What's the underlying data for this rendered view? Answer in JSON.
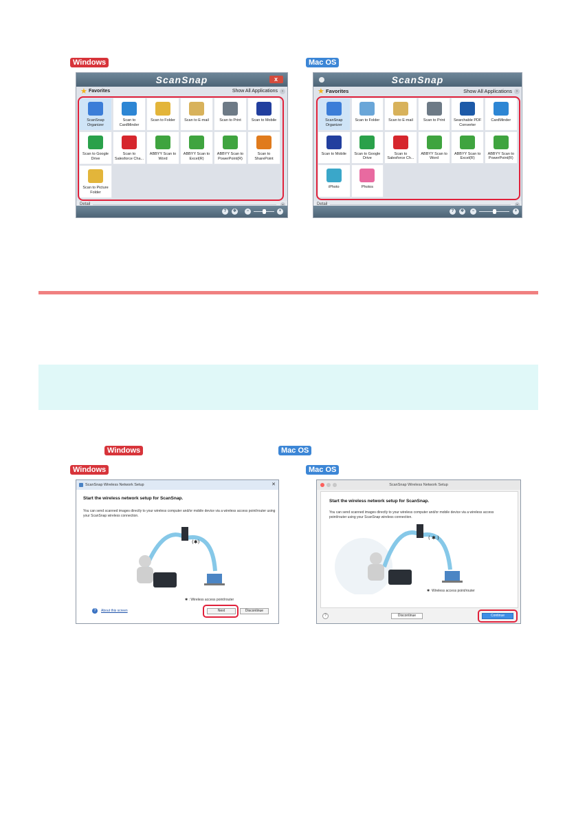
{
  "badges": {
    "windows": "Windows",
    "mac": "Mac OS"
  },
  "launcher_windows": {
    "app_title": "ScanSnap",
    "close_glyph": "x",
    "favorites": "Favorites",
    "show_all": "Show All Applications",
    "detail": "Detail",
    "tiles": [
      {
        "label": "ScanSnap Organizer",
        "icon": "folder-icon",
        "color": "#3b7dd8",
        "selected": true
      },
      {
        "label": "Scan to CardMinder",
        "icon": "card-icon",
        "color": "#2d86d4"
      },
      {
        "label": "Scan to Folder",
        "icon": "folder-icon",
        "color": "#e3b53a"
      },
      {
        "label": "Scan to E-mail",
        "icon": "mail-icon",
        "color": "#d8b25b"
      },
      {
        "label": "Scan to Print",
        "icon": "printer-icon",
        "color": "#6d7a86"
      },
      {
        "label": "Scan to Mobile",
        "icon": "mobile-icon",
        "color": "#223f9e"
      },
      {
        "label": "Scan to Google Drive",
        "icon": "google-drive-icon",
        "color": "#2aa14a"
      },
      {
        "label": "Scan to Salesforce Cha...",
        "icon": "salesforce-icon",
        "color": "#d6262d"
      },
      {
        "label": "ABBYY Scan to Word",
        "icon": "abbyy-word-icon",
        "color": "#3fa43f"
      },
      {
        "label": "ABBYY Scan to Excel(R)",
        "icon": "abbyy-excel-icon",
        "color": "#3fa43f"
      },
      {
        "label": "ABBYY Scan to PowerPoint(R)",
        "icon": "abbyy-powerpoint-icon",
        "color": "#3fa43f"
      },
      {
        "label": "Scan to SharePoint",
        "icon": "sharepoint-icon",
        "color": "#e07b1d"
      },
      {
        "label": "Scan to Picture Folder",
        "icon": "picture-folder-icon",
        "color": "#e3b53a"
      }
    ]
  },
  "launcher_mac": {
    "app_title": "ScanSnap",
    "favorites": "Favorites",
    "show_all": "Show All Applications",
    "detail": "Detail",
    "tiles": [
      {
        "label": "ScanSnap Organizer",
        "icon": "folder-icon",
        "color": "#3b7dd8",
        "selected": true
      },
      {
        "label": "Scan to Folder",
        "icon": "folder-icon",
        "color": "#6aa6d8"
      },
      {
        "label": "Scan to E-mail",
        "icon": "mail-icon",
        "color": "#d8b25b"
      },
      {
        "label": "Scan to Print",
        "icon": "printer-icon",
        "color": "#6d7a86"
      },
      {
        "label": "Searchable PDF Converter",
        "icon": "pdf-converter-icon",
        "color": "#1d5aa8"
      },
      {
        "label": "CardMinder",
        "icon": "card-icon",
        "color": "#2d86d4"
      },
      {
        "label": "Scan to Mobile",
        "icon": "mobile-icon",
        "color": "#223f9e"
      },
      {
        "label": "Scan to Google Drive",
        "icon": "google-drive-icon",
        "color": "#2aa14a"
      },
      {
        "label": "Scan to Salesforce Ch...",
        "icon": "salesforce-icon",
        "color": "#d6262d"
      },
      {
        "label": "ABBYY Scan to Word",
        "icon": "abbyy-word-icon",
        "color": "#3fa43f"
      },
      {
        "label": "ABBYY Scan to Excel(R)",
        "icon": "abbyy-excel-icon",
        "color": "#3fa43f"
      },
      {
        "label": "ABBYY Scan to PowerPoint(R)",
        "icon": "abbyy-powerpoint-icon",
        "color": "#3fa43f"
      },
      {
        "label": "iPhoto",
        "icon": "iphoto-icon",
        "color": "#3aa7c9"
      },
      {
        "label": "Photos",
        "icon": "photos-icon",
        "color": "#e86aa0"
      }
    ]
  },
  "setup_win": {
    "title": "ScanSnap Wireless Network Setup",
    "heading": "Start the wireless network setup for ScanSnap.",
    "body": "You can send scanned images directly to your wireless computer and/or mobile device via a wireless access point/router using your ScanSnap wireless connection.",
    "legend": ": Wireless access point/router",
    "about_link": "About this screen",
    "next": "Next",
    "discontinue": "Discontinue"
  },
  "setup_mac": {
    "title": "ScanSnap Wireless Network Setup",
    "heading": "Start the wireless network setup for ScanSnap.",
    "body": "You can send scanned images directly to your wireless computer and/or mobile device via a wireless access point/router using your ScanSnap wireless connection.",
    "legend": "Wireless access point/router",
    "discontinue": "Discontinue",
    "continue": "Continue"
  },
  "colors": {
    "accent_red": "#e0203a",
    "section_rule": "#f08080",
    "note_bg": "#e0f8f8",
    "windows_badge": "#d7343a",
    "mac_badge": "#3c86d6"
  }
}
